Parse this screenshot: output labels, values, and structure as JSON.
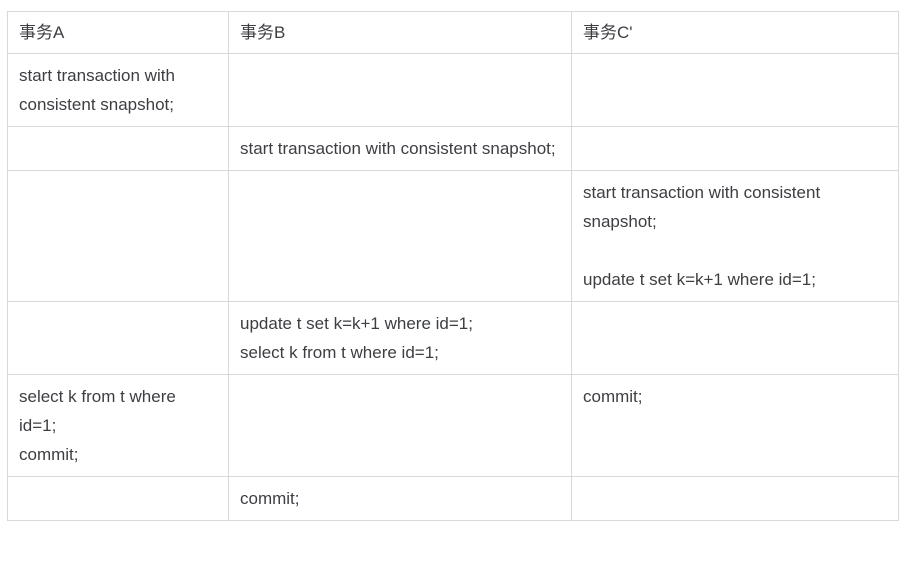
{
  "table": {
    "headers": [
      "事务A",
      "事务B",
      "事务C'"
    ],
    "rows": [
      {
        "cells": [
          [
            "start transaction with consistent snapshot;"
          ],
          [],
          []
        ]
      },
      {
        "cells": [
          [],
          [
            "start transaction with consistent snapshot;"
          ],
          []
        ]
      },
      {
        "cells": [
          [],
          [],
          [
            "start transaction with consistent snapshot;",
            "",
            "update t set k=k+1 where id=1;"
          ]
        ]
      },
      {
        "cells": [
          [],
          [
            "update t set k=k+1 where id=1;",
            "select k from t where id=1;"
          ],
          []
        ]
      },
      {
        "cells": [
          [
            "select k from t where id=1;",
            "commit;"
          ],
          [],
          [
            "commit;"
          ]
        ]
      },
      {
        "cells": [
          [],
          [
            "commit;"
          ],
          []
        ]
      }
    ]
  },
  "colors": {
    "background": "#ffffff",
    "border": "#d9d9d9",
    "text": "#3c3e42"
  }
}
